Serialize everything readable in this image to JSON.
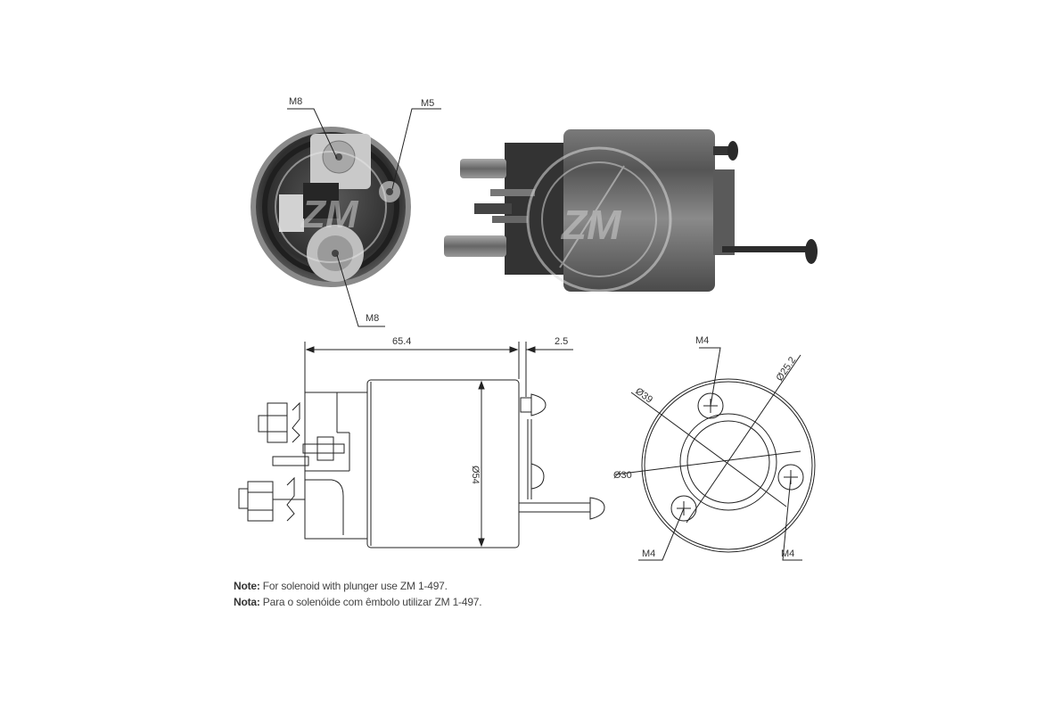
{
  "photos": {
    "end_view": {
      "labels": {
        "top_left": "M8",
        "top_right": "M5",
        "bottom": "M8"
      },
      "watermark": "ZM"
    },
    "side_view": {
      "watermark": "ZM"
    }
  },
  "drawings": {
    "side": {
      "dimensions": {
        "length": "65.4",
        "gap": "2.5",
        "diameter": "Ø54"
      }
    },
    "end": {
      "labels": {
        "top_hole": "M4",
        "bottom_left_hole": "M4",
        "bottom_right_hole": "M4",
        "outer_dia": "Ø39",
        "bolt_circle": "Ø25.2",
        "inner_dia": "Ø30"
      }
    }
  },
  "notes": [
    {
      "label": "Note:",
      "text": " For solenoid with plunger use ZM 1-497."
    },
    {
      "label": "Nota:",
      "text": " Para o solenóide com êmbolo utilizar ZM 1-497."
    }
  ],
  "colors": {
    "photo_dark": "#3a3a3a",
    "photo_mid": "#6b6b6b",
    "photo_light": "#bdbdbd",
    "line": "#222222"
  }
}
